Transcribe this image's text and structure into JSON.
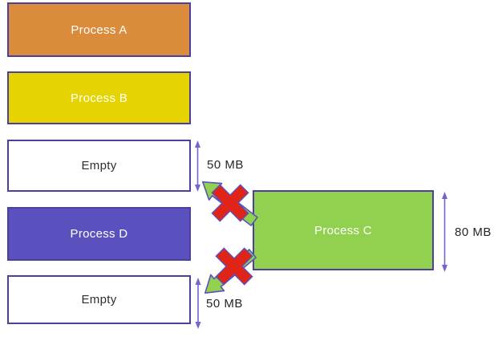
{
  "diagram": {
    "name": "memory-fragmentation-diagram",
    "blocks": [
      {
        "label": "Process A",
        "fill": "#DA8C3C",
        "text_color": "#FFFFFF"
      },
      {
        "label": "Process B",
        "fill": "#E5D402",
        "text_color": "#FFFFFF"
      },
      {
        "label": "Empty",
        "fill": "#FFFFFF",
        "text_color": "#2F2F2F"
      },
      {
        "label": "Process D",
        "fill": "#5B51BE",
        "text_color": "#FFFFFF"
      },
      {
        "label": "Empty",
        "fill": "#FFFFFF",
        "text_color": "#2F2F2F"
      }
    ],
    "pending_block": {
      "label": "Process C",
      "fill": "#92D050",
      "text_color": "#FFFFFF"
    },
    "measurements": [
      {
        "text": "50 MB",
        "refers_to": "Empty"
      },
      {
        "text": "50 MB",
        "refers_to": "Empty"
      },
      {
        "text": "80 MB",
        "refers_to": "Process C"
      }
    ],
    "colors": {
      "block_border": "#4C3F9E",
      "measure_arrow": "#7066D0",
      "cross": "#E02417",
      "move_arrow_fill": "#92D050",
      "move_arrow_stroke": "#5B51BE",
      "background": "#FFFFFF"
    }
  }
}
